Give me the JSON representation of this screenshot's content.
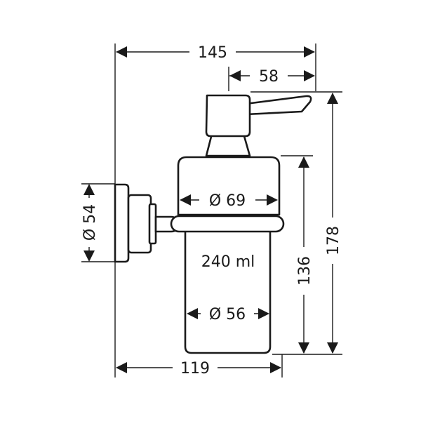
{
  "dimensions": {
    "overall_width": "145",
    "pump_reach": "58",
    "overall_height": "178",
    "container_height": "136",
    "projection": "119",
    "lid_diameter": "Ø 69",
    "container_diameter": "Ø 56",
    "mount_diameter": "Ø 54"
  },
  "capacity_label": "240 ml",
  "colors": {
    "line": "#1a1a1a",
    "background": "#ffffff"
  }
}
